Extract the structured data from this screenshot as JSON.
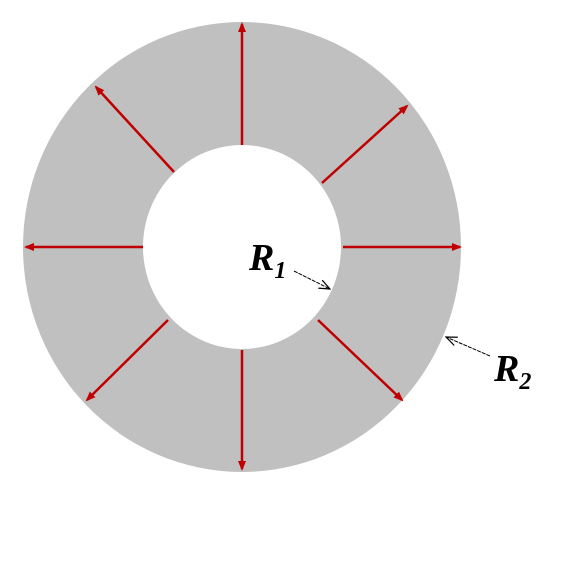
{
  "colors": {
    "annulus": "#c0c0c0",
    "hole": "#ffffff",
    "arrow": "#c00000",
    "leader": "#000000"
  },
  "labels": {
    "inner": {
      "main": "R",
      "sub": "1"
    },
    "outer": {
      "main": "R",
      "sub": "2"
    }
  },
  "arrows": {
    "count": 8,
    "directions": [
      "up",
      "up-right",
      "right",
      "down-right",
      "down",
      "down-left",
      "left",
      "up-left"
    ]
  }
}
